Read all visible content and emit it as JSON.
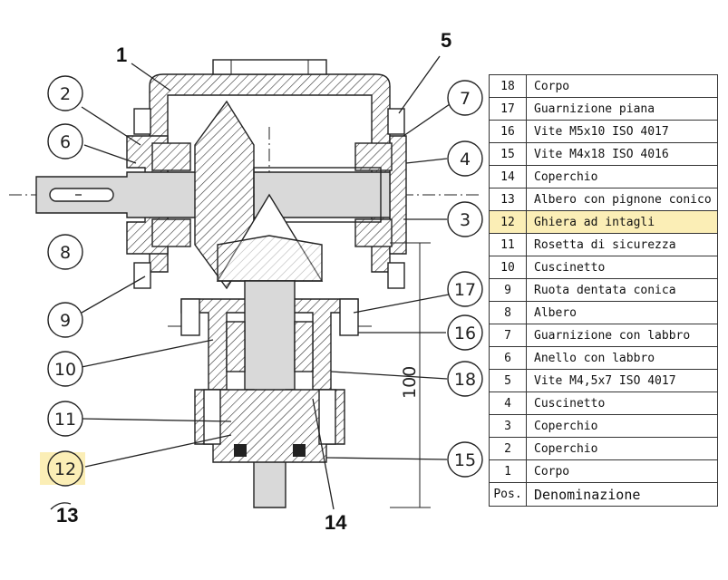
{
  "callouts": {
    "c1": "1",
    "c2": "2",
    "c3": "3",
    "c4": "4",
    "c5": "5",
    "c6": "6",
    "c7": "7",
    "c8": "8",
    "c9": "9",
    "c10": "10",
    "c11": "11",
    "c12": "12",
    "c13": "13",
    "c14": "14",
    "c15": "15",
    "c16": "16",
    "c17": "17",
    "c18": "18"
  },
  "dimension": "100",
  "table": {
    "header": {
      "pos": "Pos.",
      "name": "Denominazione"
    },
    "rows": [
      {
        "pos": "18",
        "name": "Corpo"
      },
      {
        "pos": "17",
        "name": "Guarnizione piana"
      },
      {
        "pos": "16",
        "name": "Vite M5x10 ISO 4017"
      },
      {
        "pos": "15",
        "name": "Vite M4x18 ISO 4016"
      },
      {
        "pos": "14",
        "name": "Coperchio"
      },
      {
        "pos": "13",
        "name": "Albero con pignone conico"
      },
      {
        "pos": "12",
        "name": "Ghiera ad intagli",
        "highlight": true
      },
      {
        "pos": "11",
        "name": "Rosetta di sicurezza"
      },
      {
        "pos": "10",
        "name": "Cuscinetto"
      },
      {
        "pos": "9",
        "name": "Ruota dentata conica"
      },
      {
        "pos": "8",
        "name": "Albero"
      },
      {
        "pos": "7",
        "name": "Guarnizione con labbro"
      },
      {
        "pos": "6",
        "name": "Anello con labbro"
      },
      {
        "pos": "5",
        "name": "Vite M4,5x7 ISO 4017"
      },
      {
        "pos": "4",
        "name": "Cuscinetto"
      },
      {
        "pos": "3",
        "name": "Coperchio"
      },
      {
        "pos": "2",
        "name": "Coperchio"
      },
      {
        "pos": "1",
        "name": "Corpo"
      }
    ]
  },
  "colors": {
    "highlight": "#fbeeb6",
    "line": "#222222"
  }
}
